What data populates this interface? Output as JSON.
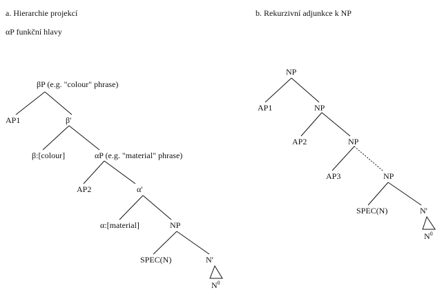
{
  "left": {
    "heading": "a. Hierarchie projekcí",
    "subheading": "αP funkční hlavy",
    "nodes": {
      "betaP": "βP (e.g. \"colour\" phrase)",
      "ap1": "AP1",
      "betaBar": "β'",
      "betaHead": "β:[colour]",
      "alphaP": "αP (e.g. \"material\" phrase)",
      "ap2": "AP2",
      "alphaBar": "α'",
      "alphaHead": "α:[material]",
      "np": "NP",
      "spec": "SPEC(N)",
      "nbar": "N'",
      "n0": "N",
      "n0sup": "0"
    }
  },
  "right": {
    "heading": "b. Rekurzivní adjunkce k NP",
    "nodes": {
      "np1": "NP",
      "ap1": "AP1",
      "np2": "NP",
      "ap2": "AP2",
      "np3": "NP",
      "ap3": "AP3",
      "np4": "NP",
      "spec": "SPEC(N)",
      "nbar": "N'",
      "n0": "N",
      "n0sup": "0"
    }
  }
}
